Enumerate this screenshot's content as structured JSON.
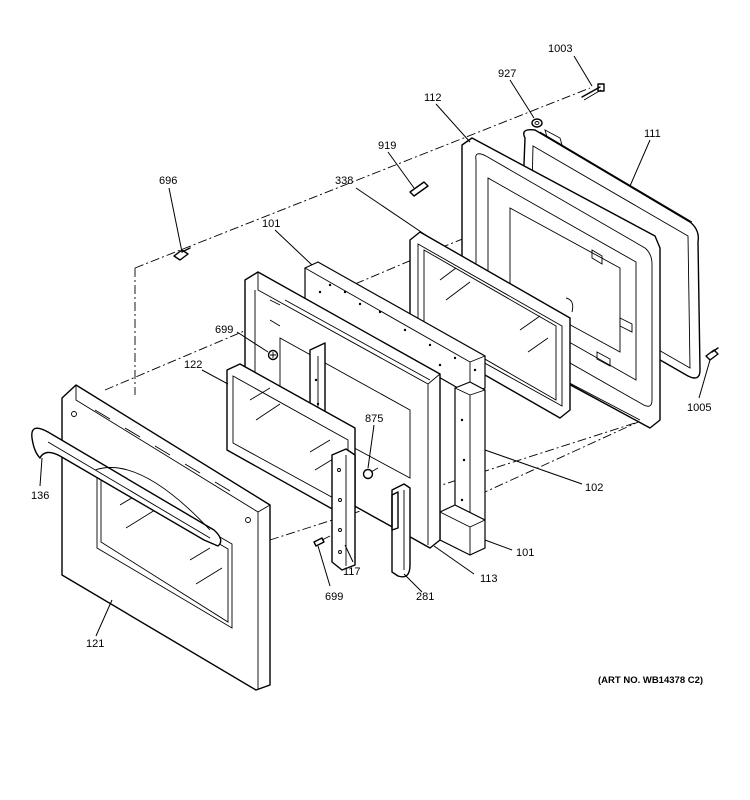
{
  "art_note": "(ART NO. WB14378 C2)",
  "labels": {
    "p1003": "1003",
    "p927": "927",
    "p112": "112",
    "p111": "111",
    "p919": "919",
    "p338": "338",
    "p696": "696",
    "p101_top": "101",
    "p699_left": "699",
    "p122": "122",
    "p875": "875",
    "p1005": "1005",
    "p102": "102",
    "p136": "136",
    "p117": "117",
    "p113": "113",
    "p101_bottom": "101",
    "p699_bottom": "699",
    "p281": "281",
    "p121": "121"
  }
}
